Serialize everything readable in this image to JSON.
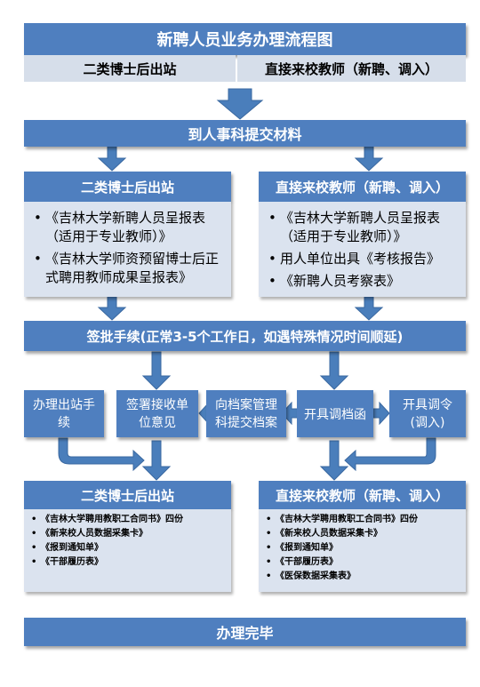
{
  "title": "新聘人员业务办理流程图",
  "header": {
    "left": "二类博士后出站",
    "right": "直接来校教师（新聘、调入）"
  },
  "step1": "到人事科提交材料",
  "left_block": {
    "title": "二类博士后出站",
    "items": [
      "《吉林大学新聘人员呈报表（适用于专业教师）》",
      "《吉林大学师资预留博士后正式聘用教师成果呈报表》"
    ]
  },
  "right_block": {
    "title": "直接来校教师（新聘、调入）",
    "items": [
      "《吉林大学新聘人员呈报表（适用于专业教师）》",
      "用人单位出具《考核报告》",
      "《新聘人员考察表》"
    ]
  },
  "approval": "签批手续(正常3-5个工作日，如遇特殊情况时间顺延)",
  "steps": {
    "checkout": "办理出站手续",
    "sign": "签署接收单位意见",
    "archive": "向档案管理科提交档案",
    "transfer_letter": "开具调档函",
    "transfer_order": "开具调令(调入)"
  },
  "bottom_left": {
    "title": "二类博士后出站",
    "items": [
      "《吉林大学聘用教职工合同书》四份",
      "《新来校人员数据采集卡》",
      "《报到通知单》",
      "《干部履历表》"
    ]
  },
  "bottom_right": {
    "title": "直接来校教师（新聘、调入）",
    "items": [
      "《吉林大学聘用教职工合同书》四份",
      "《新来校人员数据采集卡》",
      "《报到通知单》",
      "《干部履历表》",
      "《医保数据采集表》"
    ]
  },
  "final": "办理完毕",
  "colors": {
    "box_blue": "#4f7fbf",
    "arrow_blue": "#4a7ebb",
    "panel_light": "#dbe3ef"
  }
}
